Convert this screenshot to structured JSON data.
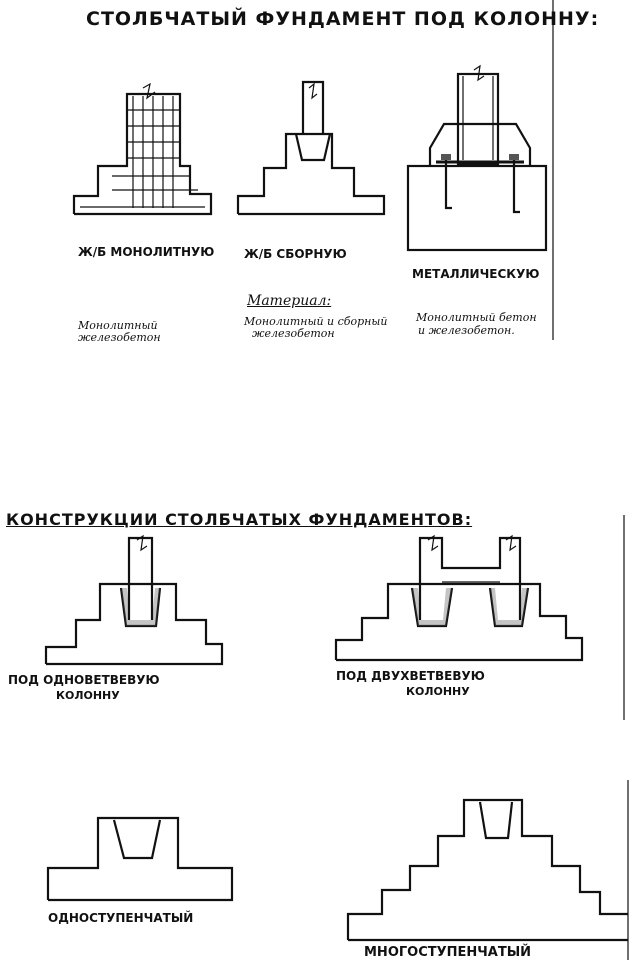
{
  "section1": {
    "title": "СТОЛБЧАТЫЙ ФУНДАМЕНТ ПОД КОЛОННУ:",
    "types": [
      {
        "label": "Ж/Б МОНОЛИТНУЮ"
      },
      {
        "label": "Ж/Б СБОРНУЮ"
      },
      {
        "label": "МЕТАЛЛИЧЕСКУЮ"
      }
    ],
    "material_heading": "Материал:",
    "materials": [
      {
        "line1": "Монолитный",
        "line2": "железобетон"
      },
      {
        "line1": "Монолитный и сборный",
        "line2": "железобетон"
      },
      {
        "line1": "Монолитный бетон",
        "line2": "и железобетон."
      }
    ]
  },
  "section2": {
    "title": "КОНСТРУКЦИИ СТОЛБЧАТЫХ ФУНДАМЕНТОВ:",
    "types": [
      {
        "line1": "ПОД ОДНОВЕТВЕВУЮ",
        "line2": "КОЛОННУ"
      },
      {
        "line1": "ПОД ДВУХВЕТВЕВУЮ",
        "line2": "КОЛОННУ"
      }
    ]
  },
  "section3": {
    "types": [
      {
        "label": "ОДНОСТУПЕНЧАТЫЙ"
      },
      {
        "label": "МНОГОСТУПЕНЧАТЫЙ"
      }
    ]
  }
}
